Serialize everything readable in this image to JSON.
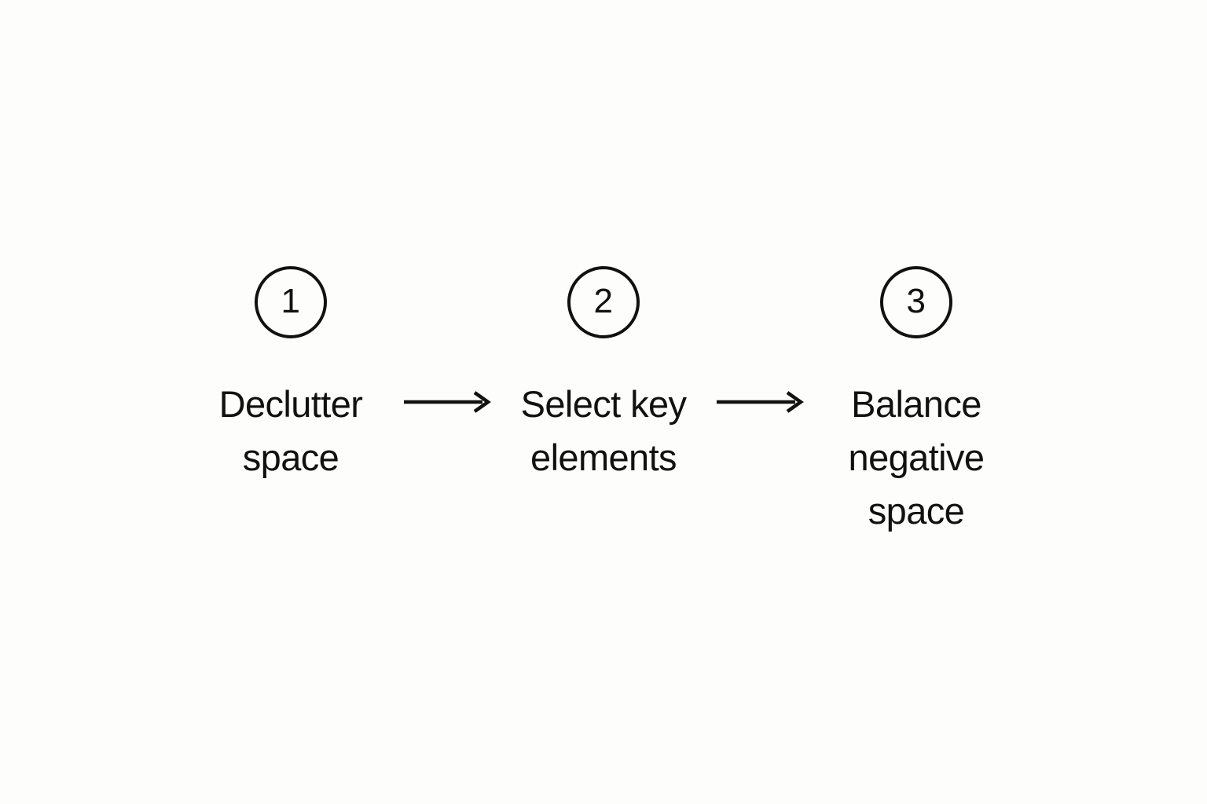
{
  "diagram": {
    "type": "process-flow",
    "orientation": "horizontal",
    "background_color": "#FDFDFB",
    "ink_color": "#111111",
    "step_count": 3,
    "connector_count": 2,
    "connector_icon": "arrow-right-icon",
    "steps": [
      {
        "number": "1",
        "label": "Declutter\nspace",
        "label_lines": [
          "Declutter",
          "space"
        ]
      },
      {
        "number": "2",
        "label": "Select key\nelements",
        "label_lines": [
          "Select key",
          "elements"
        ]
      },
      {
        "number": "3",
        "label": "Balance\nnegative\nspace",
        "label_lines": [
          "Balance",
          "negative",
          "space"
        ]
      }
    ],
    "connectors": [
      {
        "from": "1",
        "to": "2",
        "glyph": "⟶"
      },
      {
        "from": "2",
        "to": "3",
        "glyph": "⟶"
      }
    ]
  }
}
